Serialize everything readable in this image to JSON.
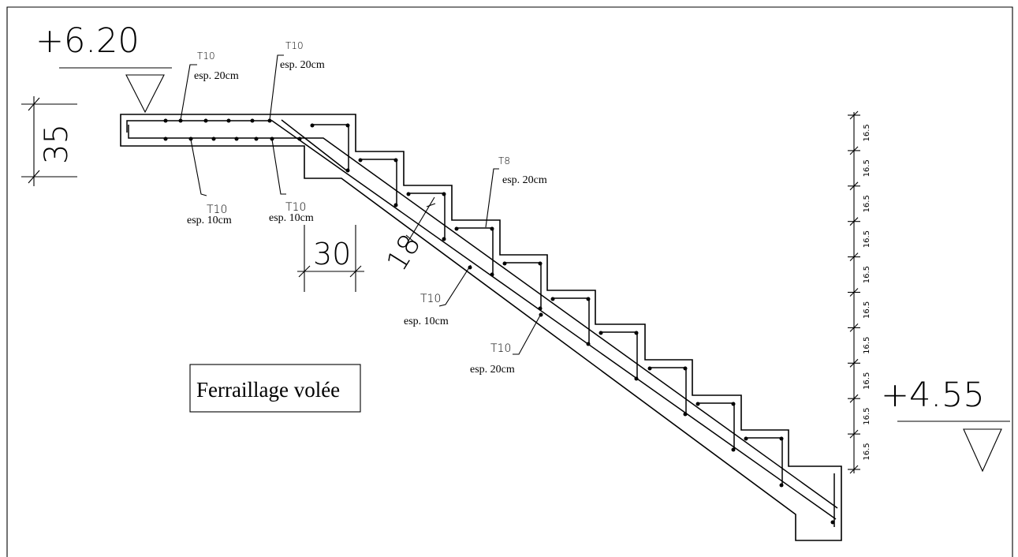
{
  "levels": {
    "top": "+6.20",
    "bottom": "+4.55"
  },
  "dimensions": {
    "slab_thickness": "35",
    "tread": "30",
    "waist": "18"
  },
  "rebar_labels": [
    {
      "bar": "T10",
      "spacing": "esp. 20cm"
    },
    {
      "bar": "T10",
      "spacing": "esp. 20cm"
    },
    {
      "bar": "T10",
      "spacing": "esp. 10cm"
    },
    {
      "bar": "T10",
      "spacing": "esp. 10cm"
    },
    {
      "bar": "T8",
      "spacing": "esp. 20cm"
    },
    {
      "bar": "T10",
      "spacing": "esp. 10cm"
    },
    {
      "bar": "T10",
      "spacing": "esp. 20cm"
    }
  ],
  "riser_heights": [
    "16.5",
    "16.5",
    "16.5",
    "16.5",
    "16.5",
    "16.5",
    "16.5",
    "16.5",
    "16.5",
    "16.5"
  ],
  "caption": "Ferraillage volée"
}
